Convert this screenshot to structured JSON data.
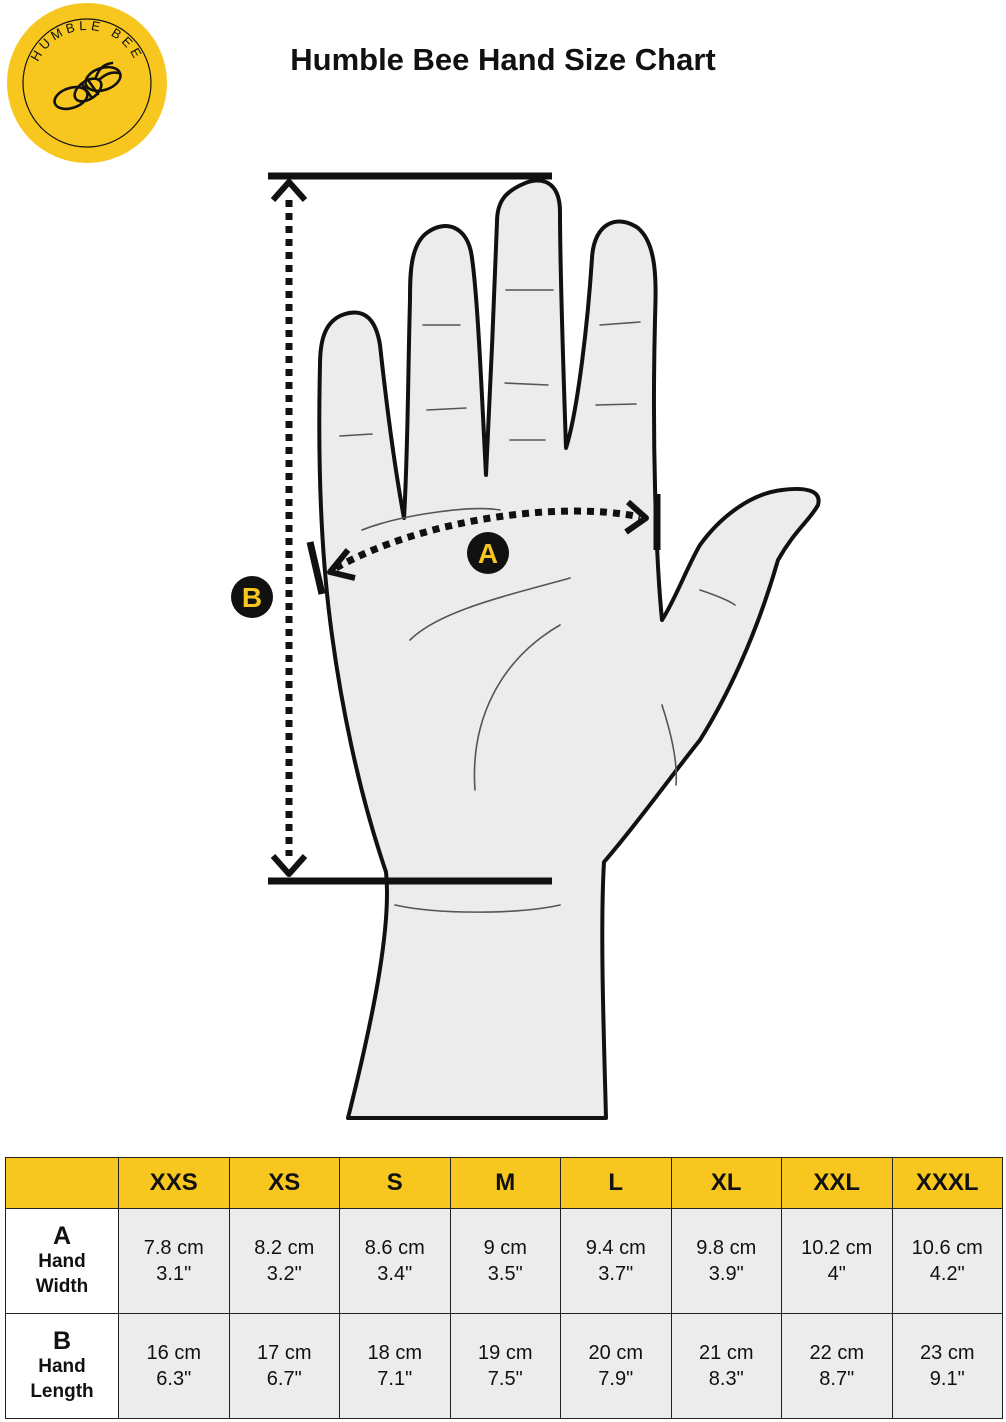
{
  "title": "Humble Bee Hand Size Chart",
  "logo": {
    "text": "HUMBLE BEE",
    "icon": "bee-icon",
    "color": "#f7c61f"
  },
  "diagram": {
    "label_a": "A",
    "label_b": "B",
    "accent_color": "#f7c61f"
  },
  "table": {
    "sizes": [
      "XXS",
      "XS",
      "S",
      "M",
      "L",
      "XL",
      "XXL",
      "XXXL"
    ],
    "rows": [
      {
        "letter": "A",
        "label_line1": "Hand",
        "label_line2": "Width",
        "cells": [
          {
            "cm": "7.8 cm",
            "in": "3.1\""
          },
          {
            "cm": "8.2 cm",
            "in": "3.2\""
          },
          {
            "cm": "8.6 cm",
            "in": "3.4\""
          },
          {
            "cm": "9 cm",
            "in": "3.5\""
          },
          {
            "cm": "9.4 cm",
            "in": "3.7\""
          },
          {
            "cm": "9.8 cm",
            "in": "3.9\""
          },
          {
            "cm": "10.2 cm",
            "in": "4\""
          },
          {
            "cm": "10.6 cm",
            "in": "4.2\""
          }
        ]
      },
      {
        "letter": "B",
        "label_line1": "Hand",
        "label_line2": "Length",
        "cells": [
          {
            "cm": "16 cm",
            "in": "6.3\""
          },
          {
            "cm": "17 cm",
            "in": "6.7\""
          },
          {
            "cm": "18 cm",
            "in": "7.1\""
          },
          {
            "cm": "19 cm",
            "in": "7.5\""
          },
          {
            "cm": "20 cm",
            "in": "7.9\""
          },
          {
            "cm": "21 cm",
            "in": "8.3\""
          },
          {
            "cm": "22 cm",
            "in": "8.7\""
          },
          {
            "cm": "23 cm",
            "in": "9.1\""
          }
        ]
      }
    ],
    "header_color": "#f7c61f",
    "cell_color": "#ececec"
  }
}
